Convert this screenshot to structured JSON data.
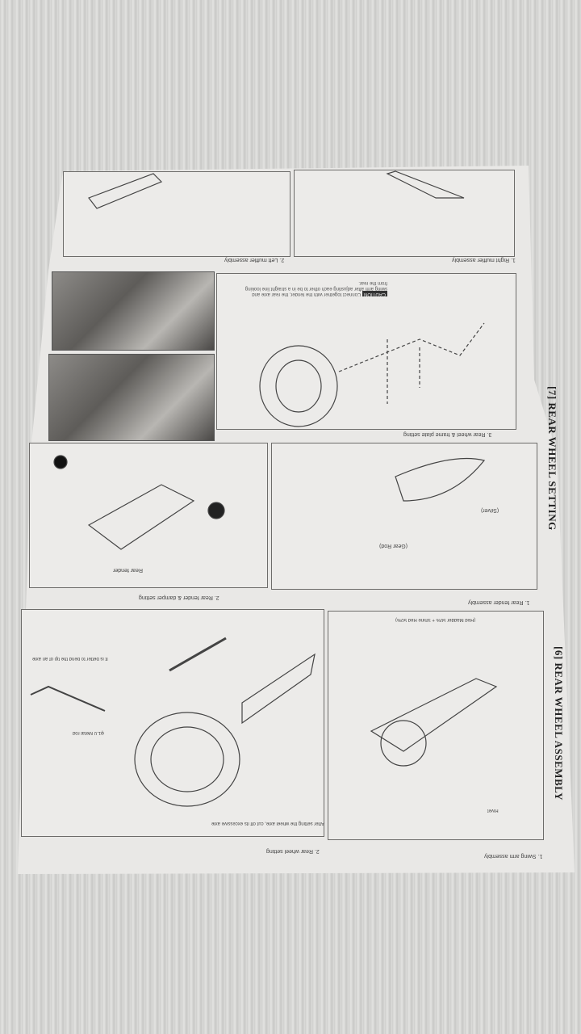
{
  "sections": {
    "rear_wheel_setting": "[7] REAR WHEEL SETTING",
    "rear_wheel_assembly": "[6] REAR WHEEL ASSEMBLY"
  },
  "steps": {
    "right_muffler": "1. Right muffler assembly",
    "left_muffler": "2. Left muffler assembly",
    "frame_plate": "3. Rear wheel & frame plate setting",
    "rear_fender_damper": "2. Rear fender & damper setting",
    "rear_fender": "1. Rear fender assembly",
    "rear_wheel": "2. Rear wheel setting",
    "swing_arm": "1. Swing arm assembly"
  },
  "notes": {
    "caution_label": "CAUTION",
    "caution_text": "Connect together with the fender, the rear axle and swing arm after adjusting each other to be in a straight line looking from the rear.",
    "axle_note": "After setting the wheel axle, cut off its excessive axle",
    "bend_note": "It is better to bend the tip of an axle",
    "metal_rod": "φ1.0 Metal rod",
    "rivet": "Rivet",
    "rear_fender_label": "Rear fender",
    "gear_rod": "(Gear Rod)",
    "silver": "(Silver)",
    "paint_mix": "(Red Madder 50% + Shine Red 50%)"
  }
}
